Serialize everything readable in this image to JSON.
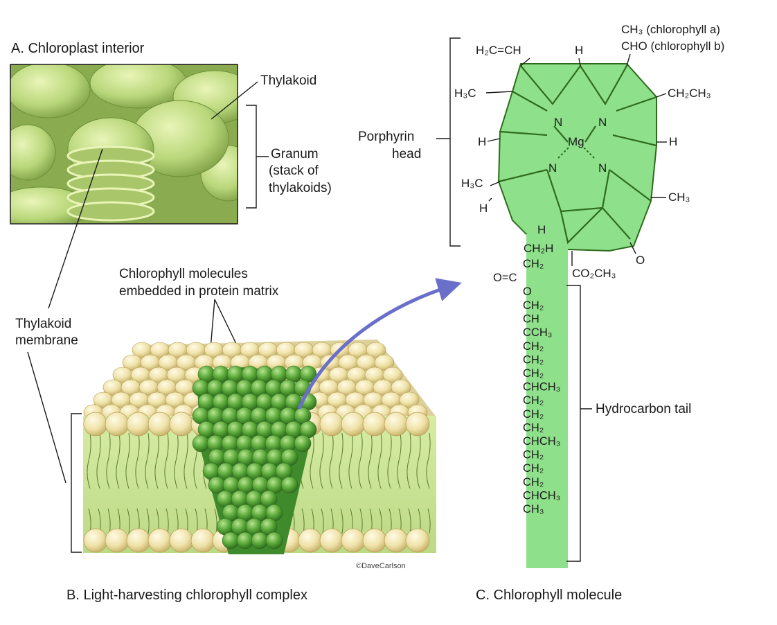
{
  "panel_a": {
    "caption": "A. Chloroplast interior",
    "label_thylakoid": "Thylakoid",
    "label_granum": [
      "Granum",
      "(stack of",
      "thylakoids)"
    ]
  },
  "panel_b": {
    "caption": "B. Light-harvesting chlorophyll complex",
    "label_chlorophyll": [
      "Chlorophyll molecules",
      "embedded in protein matrix"
    ],
    "label_membrane": [
      "Thylakoid",
      "membrane"
    ],
    "credit": "©DaveCarlson"
  },
  "panel_c": {
    "caption": "C. Chlorophyll molecule",
    "porphyrin_label": [
      "Porphyrin",
      "head"
    ],
    "tail_label": "Hydrocarbon tail",
    "variant_a": "CH₃ (chlorophyll a)",
    "variant_b": "CHO (chlorophyll b)",
    "substituents": {
      "top_left": "H₂C=CH",
      "top_mid": "H",
      "left_upper": "H₃C",
      "right_upper": "CH₂CH₃",
      "left_mid": "H",
      "right_mid": "H",
      "left_lower": "H₃C",
      "left_lower_h": "H",
      "right_lower": "CH₃",
      "bottom_h": "H",
      "ch2h": "CH₂H",
      "ester": "CO₂CH₃",
      "keto_o": "O",
      "metal": "Mg",
      "n1": "N",
      "n2": "N",
      "n3": "N",
      "n4": "N"
    },
    "tail_chain": [
      "CH₂",
      "O=C",
      "O",
      "CH₂",
      "CH",
      "CCH₃",
      "CH₂",
      "CH₂",
      "CH₂",
      "CHCH₃",
      "CH₂",
      "CH₂",
      "CH₂",
      "CHCH₃",
      "CH₂",
      "CH₂",
      "CH₂",
      "CHCH₃",
      "CH₃"
    ]
  },
  "colors": {
    "molecule_green": "#8ee08a",
    "chloroplast_green": "#b9d77a",
    "lipid_head": "#efe2a8",
    "protein_green": "#5aa83a",
    "arrow": "#6a6fc9"
  }
}
